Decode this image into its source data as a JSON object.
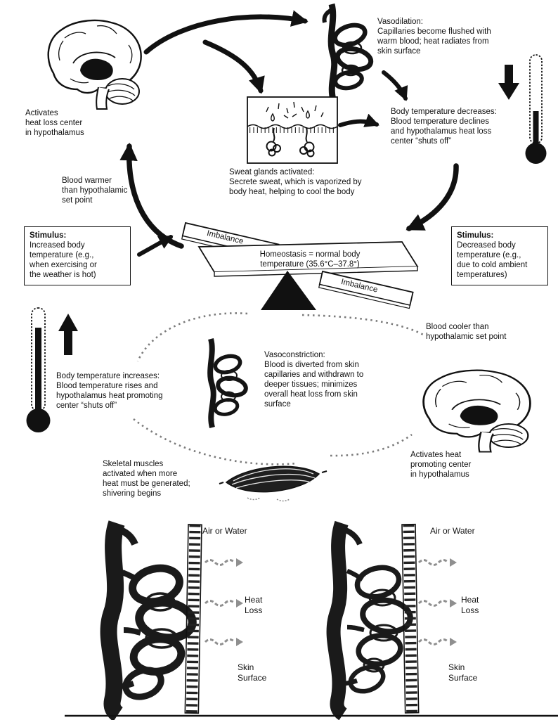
{
  "figure": {
    "description": "Thermoregulation negative feedback homeostasis diagram"
  },
  "colors": {
    "ink": "#111111",
    "muted_gray": "#8f8f8f"
  },
  "heat_loss_pathway": {
    "activates_center": "Activates\nheat loss center\nin hypothalamus",
    "vasodilation": "Vasodilation:\nCapillaries become flushed with\nwarm blood; heat radiates from\nskin surface",
    "body_temperature_decreases": "Body temperature decreases:\nBlood temperature declines\nand hypothalamus heat loss\ncenter “shuts off”",
    "sweat_glands": "Sweat glands activated:\nSecrete sweat, which is vaporized by\nbody heat, helping to cool the body",
    "blood_warmer": "Blood warmer\nthan hypothalamic\nset point",
    "stimulus_label": "Stimulus:",
    "stimulus_text": "Increased body\ntemperature (e.g.,\nwhen exercising or\nthe weather is hot)"
  },
  "balance": {
    "imbalance_left": "Imbalance",
    "homeostasis": "Homeostasis = normal body\ntemperature (35.6°C–37.8°)",
    "imbalance_right": "Imbalance"
  },
  "heat_promoting_pathway": {
    "stimulus_label": "Stimulus:",
    "stimulus_text": "Decreased body\ntemperature (e.g.,\ndue to cold ambient\ntemperatures)",
    "blood_cooler": "Blood cooler than\nhypothalamic set point",
    "body_temperature_increases": "Body temperature increases:\nBlood temperature rises and\nhypothalamus heat promoting\ncenter “shuts off”",
    "vasoconstriction": "Vasoconstriction:\nBlood is diverted from skin\ncapillaries and withdrawn to\ndeeper tissues; minimizes\noverall heat loss from skin\nsurface",
    "activates_center": "Activates heat\npromoting center\nin hypothalamus",
    "skeletal_muscles": "Skeletal muscles\nactivated when more\nheat must be generated;\nshivering begins"
  },
  "skin_panels": {
    "air_or_water": "Air or Water",
    "heat_loss": "Heat\nLoss",
    "skin_surface": "Skin\nSurface"
  }
}
